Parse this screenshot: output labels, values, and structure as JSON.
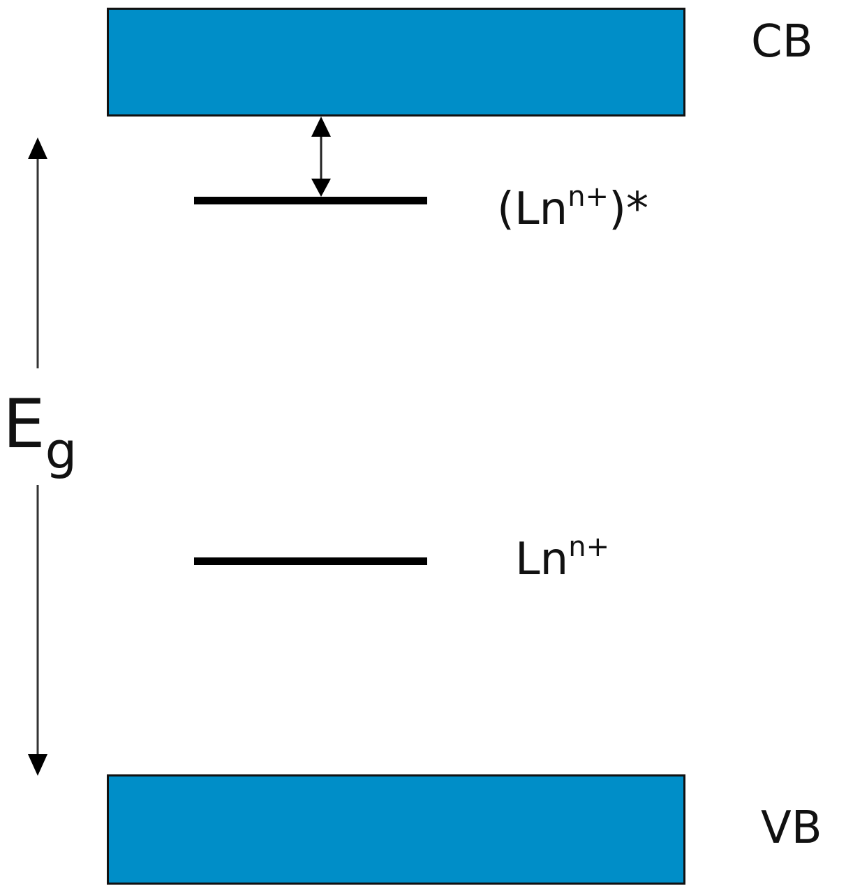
{
  "diagram": {
    "type": "energy-band-diagram",
    "colors": {
      "band_fill": "#008ec8",
      "band_border": "#111111",
      "level_line": "#000000"
    },
    "bands": {
      "conduction": {
        "label": "CB"
      },
      "valence": {
        "label": "VB"
      }
    },
    "levels": {
      "excited": {
        "label_prefix": "(Ln",
        "label_sup": "n+",
        "label_suffix": ")*"
      },
      "ground": {
        "label_prefix": "Ln",
        "label_sup": "n+"
      }
    },
    "band_gap": {
      "label_main": "E",
      "label_sub": "g"
    }
  }
}
